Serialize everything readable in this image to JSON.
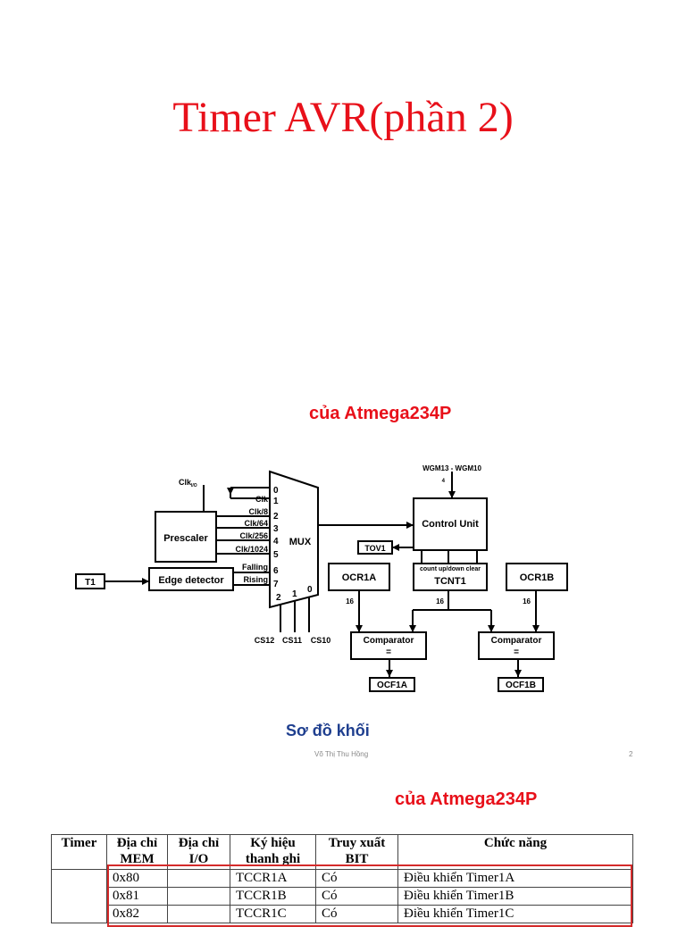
{
  "slide1": {
    "title": "Timer  AVR(phần 2)",
    "subtitle": "của Atmega234P",
    "caption": "Sơ đồ khối",
    "footer_author": "Võ Thị Thu Hồng",
    "page_number": "2"
  },
  "diagram": {
    "clk_io": "Clk",
    "clk_io_sub": "I/O",
    "prescaler": "Prescaler",
    "edge_detector": "Edge detector",
    "t1": "T1",
    "mux": "MUX",
    "inputs": [
      "Clk",
      "Clk/8",
      "Clk/64",
      "Clk/256",
      "Clk/1024",
      "Falling",
      "Rising"
    ],
    "input_numbers": [
      "0",
      "1",
      "2",
      "3",
      "4",
      "5",
      "6",
      "7"
    ],
    "mux_bottom_numbers": [
      "2",
      "1",
      "0"
    ],
    "cs": [
      "CS12",
      "CS11",
      "CS10"
    ],
    "wgm": "WGM13 - WGM10",
    "wgm_bus": "4",
    "control_unit": "Control Unit",
    "tov1": "TOV1",
    "count_label": "count up/down clear",
    "tcnt1": "TCNT1",
    "ocr1a": "OCR1A",
    "ocr1b": "OCR1B",
    "bus_width": "16",
    "comparator": "Comparator",
    "equals": "=",
    "ocf1a": "OCF1A",
    "ocf1b": "OCF1B"
  },
  "slide2": {
    "subtitle": "của Atmega234P",
    "table": {
      "headers": [
        "Timer",
        "Địa chỉ MEM",
        "Địa chỉ I/O",
        "Ký hiệu thanh ghi",
        "Truy xuất BIT",
        "Chức năng"
      ],
      "rows": [
        [
          "",
          "0x80",
          "",
          "TCCR1A",
          "Có",
          "Điều khiển Timer1A"
        ],
        [
          "",
          "0x81",
          "",
          "TCCR1B",
          "Có",
          "Điều khiển Timer1B"
        ],
        [
          "",
          "0x82",
          "",
          "TCCR1C",
          "Có",
          "Điều khiển Timer1C"
        ]
      ]
    }
  }
}
